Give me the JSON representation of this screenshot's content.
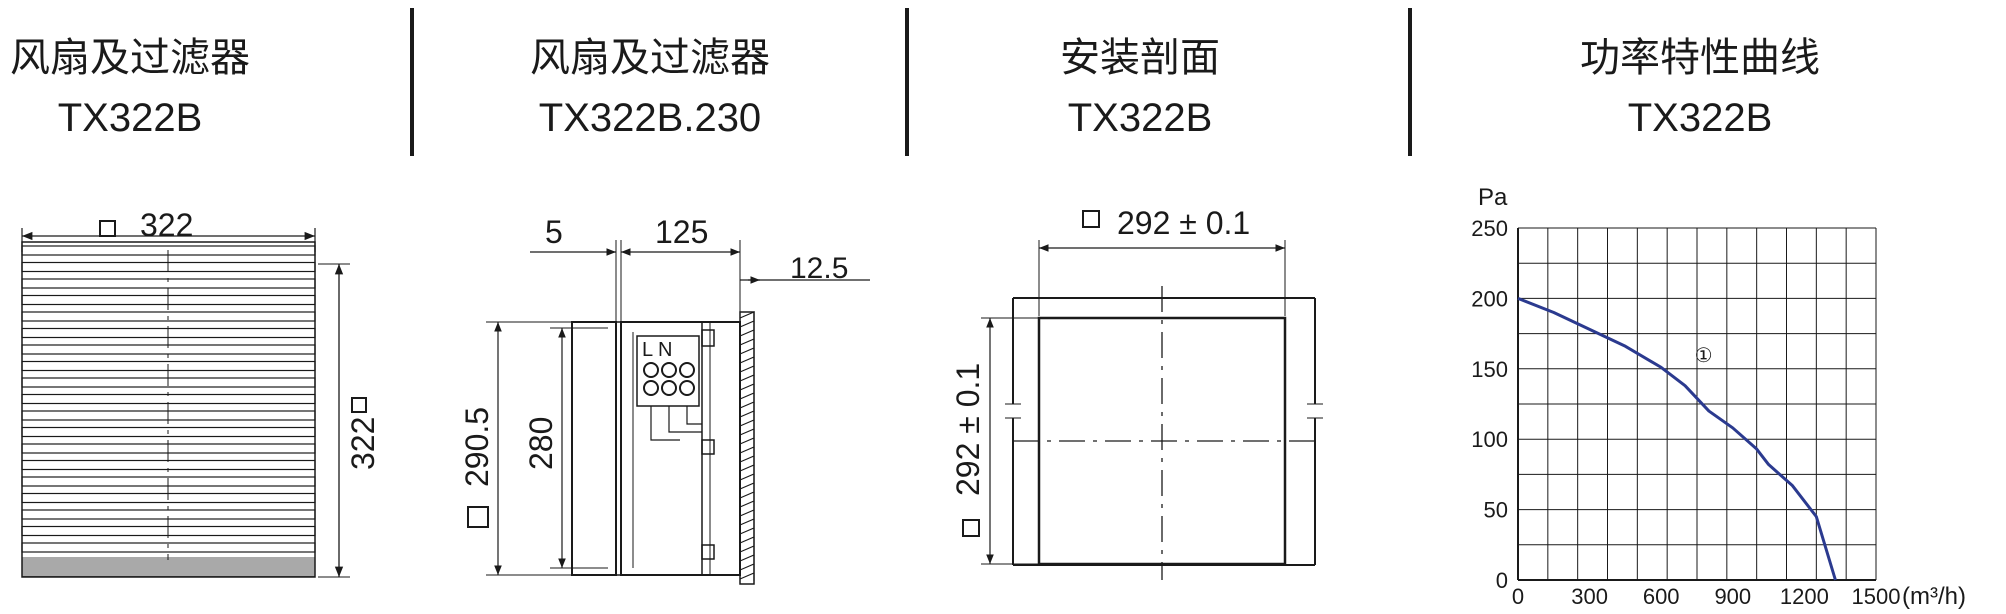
{
  "panels": [
    {
      "title": "风扇及过滤器",
      "model": "TX322B"
    },
    {
      "title": "风扇及过滤器",
      "model": "TX322B.230"
    },
    {
      "title": "安装剖面",
      "model": "TX322B"
    },
    {
      "title": "功率特性曲线",
      "model": "TX322B"
    }
  ],
  "dims": {
    "front_width": "322",
    "front_height": "322",
    "side_a": "5",
    "side_b": "125",
    "side_c": "12.5",
    "side_outer": "290.5",
    "side_inner": "280",
    "terminal": "L N",
    "cutout_w": "292 ± 0.1",
    "cutout_h": "292 ± 0.1"
  },
  "chart_data": {
    "type": "line",
    "ylabel": "Pa",
    "xunit": "(m³/h)",
    "xlim": [
      0,
      1500
    ],
    "ylim": [
      0,
      250
    ],
    "xticks": [
      0,
      300,
      600,
      900,
      1200,
      1500
    ],
    "yticks": [
      0,
      50,
      100,
      150,
      200,
      250
    ],
    "grid": true,
    "series": [
      {
        "marker": "①",
        "color": "#2b3a8f",
        "x": [
          0,
          150,
          300,
          450,
          600,
          700,
          800,
          900,
          1000,
          1050,
          1150,
          1250,
          1330
        ],
        "y": [
          200,
          190,
          178,
          166,
          151,
          138,
          120,
          108,
          93,
          82,
          67,
          45,
          0
        ]
      }
    ]
  }
}
